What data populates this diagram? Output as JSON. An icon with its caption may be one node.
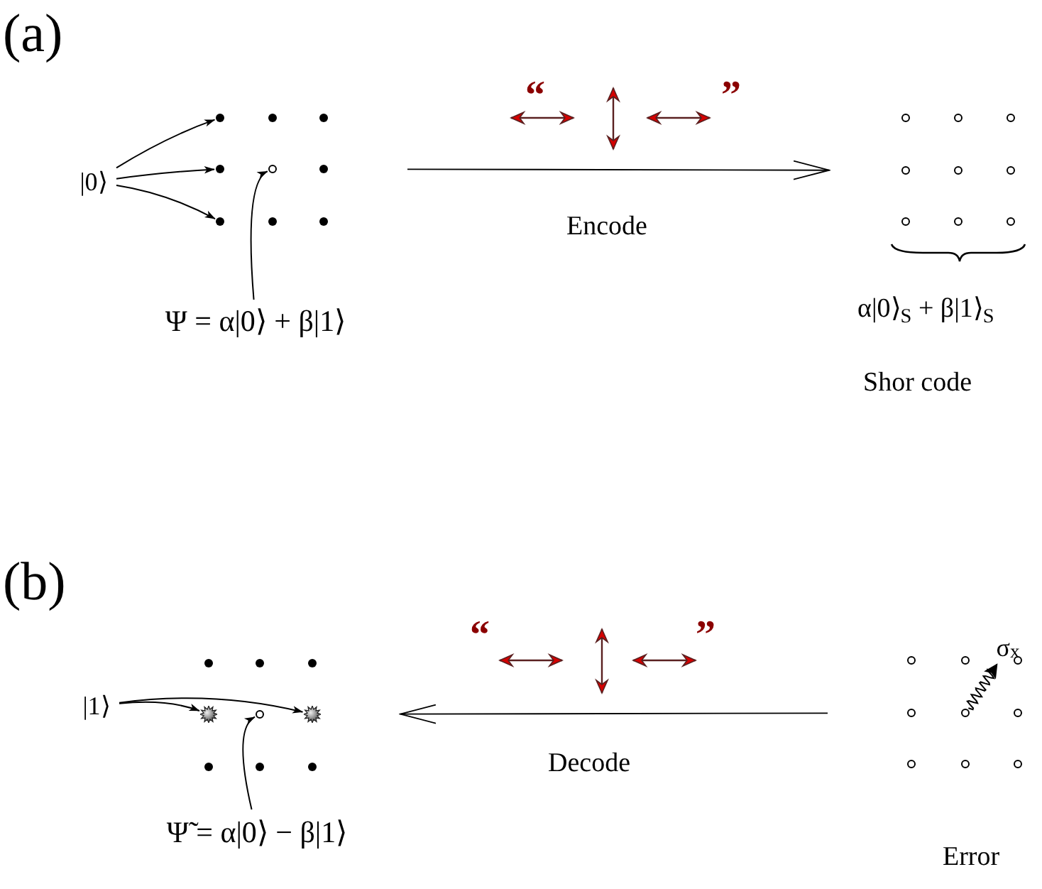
{
  "diagram": {
    "nodes": [
      {
        "text": [
          "|0⟩"
        ]
      },
      {
        "text": [],
        "shape": "dot"
      },
      {
        "text": [],
        "shape": "dot"
      },
      {
        "text": [],
        "shape": "dot"
      },
      {
        "text": [],
        "shape": "dot"
      },
      {
        "text": [],
        "shape": "circle"
      },
      {
        "text": [],
        "shape": "dot"
      },
      {
        "text": [],
        "shape": "dot"
      },
      {
        "text": [],
        "shape": "dot"
      },
      {
        "text": [],
        "shape": "dot"
      },
      {
        "text": [
          "Ψ = α|0⟩ + β|1⟩"
        ]
      },
      {
        "text": [],
        "shape": "circle"
      },
      {
        "text": [],
        "shape": "circle"
      },
      {
        "text": [],
        "shape": "circle"
      },
      {
        "text": [],
        "shape": "circle"
      },
      {
        "text": [],
        "shape": "circle"
      },
      {
        "text": [],
        "shape": "circle"
      },
      {
        "text": [],
        "shape": "circle"
      },
      {
        "text": [],
        "shape": "circle"
      },
      {
        "text": [],
        "shape": "circle"
      },
      {
        "text": [
          "|1⟩"
        ]
      },
      {
        "text": [],
        "shape": "dot"
      },
      {
        "text": [],
        "shape": "dot"
      },
      {
        "text": [],
        "shape": "dot"
      },
      {
        "text": [],
        "shape": "star"
      },
      {
        "text": [],
        "shape": "circle"
      },
      {
        "text": [],
        "shape": "star"
      },
      {
        "text": [],
        "shape": "dot"
      },
      {
        "text": [],
        "shape": "dot"
      },
      {
        "text": [],
        "shape": "dot"
      },
      {
        "text": [
          "Ψ̃ = α|0⟩ − β|1⟩"
        ]
      },
      {
        "text": [],
        "shape": "circle"
      },
      {
        "text": [],
        "shape": "circle"
      },
      {
        "text": [],
        "shape": "circle"
      },
      {
        "text": [],
        "shape": "circle"
      },
      {
        "text": [],
        "shape": "circle"
      },
      {
        "text": [],
        "shape": "circle"
      },
      {
        "text": [],
        "shape": "circle"
      },
      {
        "text": [],
        "shape": "circle"
      },
      {
        "text": [],
        "shape": "circle"
      },
      {
        "text": [
          "σ$_{x}$"
        ]
      }
    ],
    "edges": [
      {
        "from": 0,
        "to": 1,
        "arrow": "to"
      },
      {
        "from": 0,
        "to": 4,
        "arrow": "to"
      },
      {
        "from": 0,
        "to": 7,
        "arrow": "to"
      },
      {
        "from": 10,
        "to": 5,
        "arrow": "to"
      },
      {
        "from": 6,
        "to": 14,
        "arrow": "to",
        "label": "Encode"
      },
      {
        "from": 20,
        "to": 24,
        "arrow": "to"
      },
      {
        "from": 20,
        "to": 26,
        "arrow": "to"
      },
      {
        "from": 30,
        "to": 25,
        "arrow": "to"
      },
      {
        "from": 34,
        "to": 26,
        "arrow": "to",
        "label": "Decode"
      },
      {
        "from": 35,
        "to": 40,
        "arrow": "to"
      }
    ],
    "labels": [
      "(a)",
      "“",
      "”",
      "α|0⟩$_{S}$ + β|1⟩$_{S}$",
      "Shor code",
      "(b)",
      "“",
      "”",
      "Error"
    ]
  }
}
